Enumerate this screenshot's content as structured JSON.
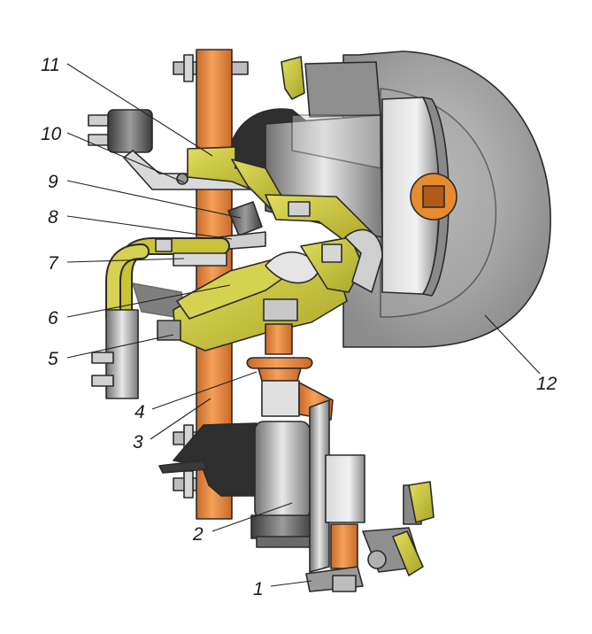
{
  "callouts": [
    {
      "label": "1"
    },
    {
      "label": "2"
    },
    {
      "label": "3"
    },
    {
      "label": "4"
    },
    {
      "label": "5"
    },
    {
      "label": "6"
    },
    {
      "label": "7"
    },
    {
      "label": "8"
    },
    {
      "label": "9"
    },
    {
      "label": "10"
    },
    {
      "label": "11"
    },
    {
      "label": "12"
    }
  ],
  "colors": {
    "rod_orange": "#e98a3c",
    "bracket_yellow": "#c9c436",
    "metal_gray": "#9a9a9a",
    "dark_gray": "#4a4a4a",
    "wheel_gray": "#b3b3b3"
  }
}
